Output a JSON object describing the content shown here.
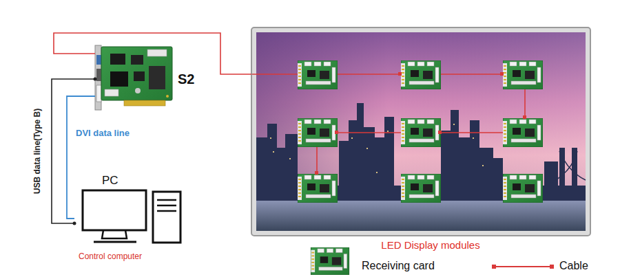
{
  "diagram": {
    "nodes": [
      {
        "text": [
          "S2"
        ]
      },
      {
        "text": [
          "PC",
          "Control computer"
        ]
      },
      {
        "text": [
          "LED Display modules"
        ]
      }
    ],
    "edges": [
      {
        "from": 0,
        "to": 1,
        "label": "USB data line(Type B)",
        "arrow": "none"
      },
      {
        "from": 0,
        "to": 1,
        "label": "DVI data line",
        "arrow": "none"
      },
      {
        "from": 0,
        "to": 2,
        "arrow": "none"
      }
    ],
    "legend": [
      {
        "text": "Receiving card"
      },
      {
        "text": "Cable"
      }
    ]
  }
}
